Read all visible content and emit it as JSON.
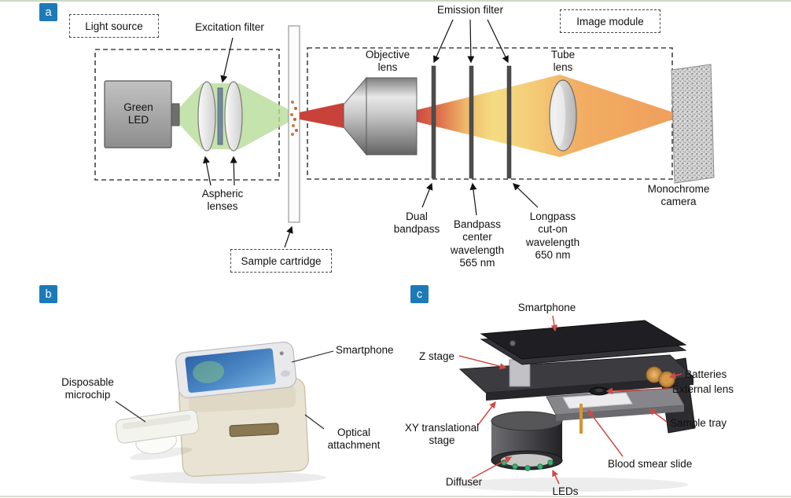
{
  "panels": {
    "a": {
      "tag": "a",
      "light_source": "Light source",
      "excitation_filter": "Excitation filter",
      "emission_filter": "Emission filter",
      "image_module": "Image module",
      "green_led": "Green LED",
      "aspheric_lenses": "Aspheric lenses",
      "sample_cartridge": "Sample cartridge",
      "objective_lens": "Objective lens",
      "tube_lens": "Tube lens",
      "monochrome_camera": "Monochrome camera",
      "dual_bandpass": "Dual bandpass",
      "bandpass_center": "Bandpass center wavelength 565 nm",
      "longpass_cuton": "Longpass cut-on wavelength 650 nm"
    },
    "b": {
      "tag": "b",
      "smartphone": "Smartphone",
      "disposable_microchip": "Disposable microchip",
      "optical_attachment": "Optical attachment"
    },
    "c": {
      "tag": "c",
      "smartphone": "Smartphone",
      "z_stage": "Z stage",
      "batteries": "Batteries",
      "external_lens": "External lens",
      "xy_translational_stage": "XY translational stage",
      "sample_tray": "Sample tray",
      "blood_smear_slide": "Blood smear slide",
      "diffuser": "Diffuser",
      "leds": "LEDs"
    }
  },
  "colors": {
    "panel_tag_bg": "#1d7ab8",
    "excitation_beam_green": "#b6dc97",
    "emission_red": "#cd4136",
    "emission_yellow": "#f4da7d",
    "emission_orange": "#ef9a52",
    "annotation_arrow_red": "#cf4a45"
  }
}
